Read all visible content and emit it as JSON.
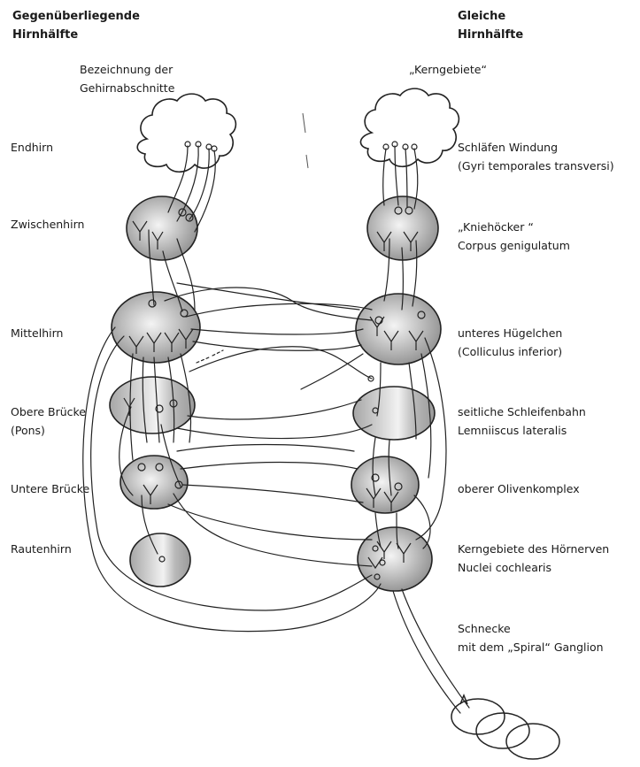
{
  "headers": {
    "left_line1": "Gegenüberliegende",
    "left_line2": "Hirnhälfte",
    "right_line1": "Gleiche",
    "right_line2": "Hirnhälfte"
  },
  "subheaders": {
    "left_line1": "Bezeichnung der",
    "left_line2": "Gehirnabschnitte",
    "right": "„Kerngebiete“"
  },
  "left_labels": [
    {
      "text": "Endhirn"
    },
    {
      "text": "Zwischenhirn"
    },
    {
      "text": "Mittelhirn"
    },
    {
      "line1": "Obere Brücke",
      "line2": "(Pons)"
    },
    {
      "text": "Untere Brücke"
    },
    {
      "text": "Rautenhirn"
    }
  ],
  "right_labels": [
    {
      "line1": "Schläfen Windung",
      "line2": "(Gyri temporales transversi)"
    },
    {
      "line1": "„Kniehöcker “",
      "line2": "Corpus genigulatum"
    },
    {
      "line1": "unteres Hügelchen",
      "line2": "(Colliculus inferior)"
    },
    {
      "line1": "seitliche Schleifenbahn",
      "line2": "Lemniiscus lateralis"
    },
    {
      "text": "oberer Olivenkomplex"
    },
    {
      "line1": "Kerngebiete des Hörnerven",
      "line2": "Nuclei cochlearis"
    },
    {
      "line1": "Schnecke",
      "line2": "mit dem „Spiral“ Ganglion"
    }
  ]
}
